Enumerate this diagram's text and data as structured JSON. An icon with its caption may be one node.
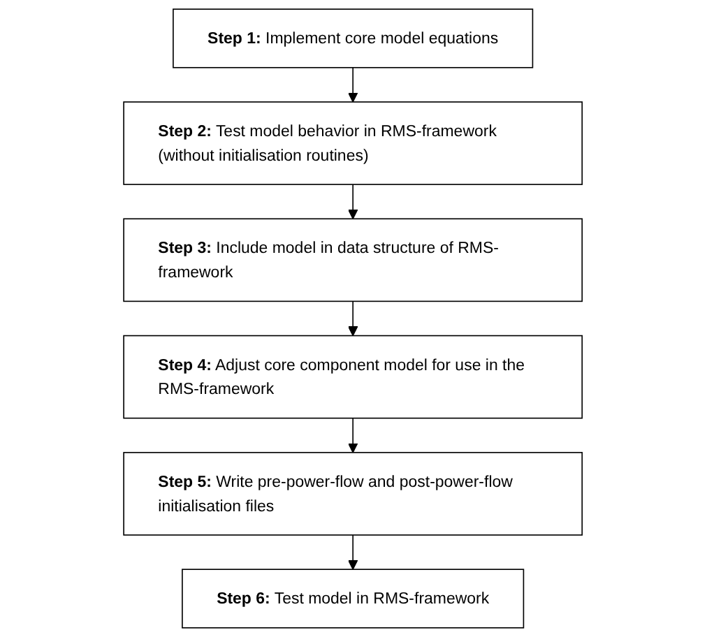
{
  "diagram": {
    "nodes": [
      {
        "text": [
          "**Step 1:** Implement core model equations"
        ]
      },
      {
        "text": [
          "**Step 2:** Test model behavior in RMS-framework (without initialisation routines)"
        ]
      },
      {
        "text": [
          "**Step 3:** Include model in data structure of RMS-framework"
        ]
      },
      {
        "text": [
          "**Step 4:** Adjust core component model for use in the RMS-framework"
        ]
      },
      {
        "text": [
          "**Step 5:** Write pre-power-flow and post-power-flow initialisation files"
        ]
      },
      {
        "text": [
          "**Step 6:** Test model in RMS-framework"
        ]
      }
    ],
    "edges": [
      {
        "from": 0,
        "to": 1,
        "arrow": "to"
      },
      {
        "from": 1,
        "to": 2,
        "arrow": "to"
      },
      {
        "from": 2,
        "to": 3,
        "arrow": "to"
      },
      {
        "from": 3,
        "to": 4,
        "arrow": "to"
      },
      {
        "from": 4,
        "to": 5,
        "arrow": "to"
      }
    ]
  }
}
